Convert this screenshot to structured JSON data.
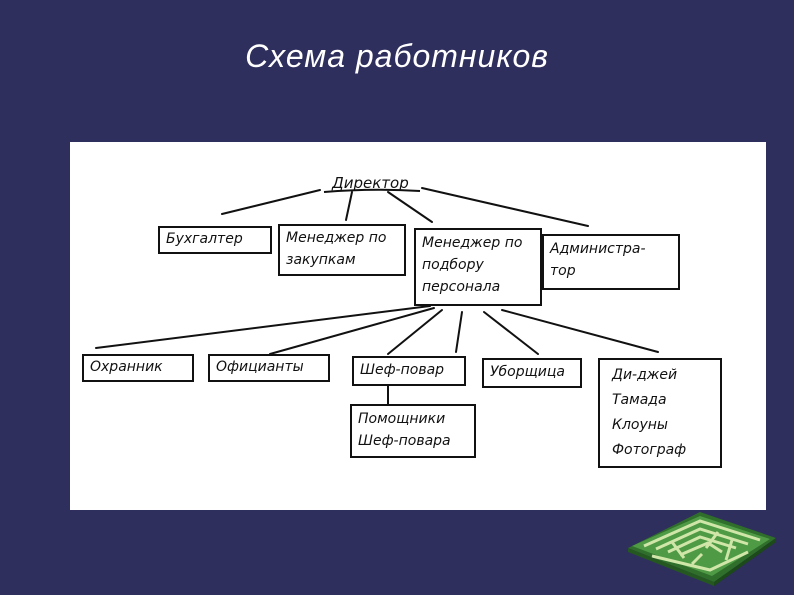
{
  "slide": {
    "title": "Схема работников"
  },
  "diagram": {
    "root": "Директор",
    "level1": [
      {
        "id": "accountant",
        "lines": [
          "Бухгалтер"
        ]
      },
      {
        "id": "purchase-manager",
        "lines": [
          "Менеджер по",
          "закупкам"
        ]
      },
      {
        "id": "hr-manager",
        "lines": [
          "Менеджер по",
          "подбору",
          "персонала"
        ]
      },
      {
        "id": "administrator",
        "lines": [
          "Администра-",
          "тор"
        ]
      }
    ],
    "level2": [
      {
        "id": "guard",
        "lines": [
          "Охранник"
        ]
      },
      {
        "id": "waiters",
        "lines": [
          "Официанты"
        ]
      },
      {
        "id": "chef",
        "lines": [
          "Шеф-повар"
        ]
      },
      {
        "id": "cleaner",
        "lines": [
          "Уборщица"
        ]
      },
      {
        "id": "entertainment",
        "lines": [
          "Ди-джей",
          "Тамада",
          "Клоуны",
          "Фотограф"
        ]
      }
    ],
    "level3": [
      {
        "id": "chef-assistants",
        "lines": [
          "Помощники",
          "Шеф-повара"
        ]
      }
    ]
  },
  "colors": {
    "background": "#2e2f5c",
    "panel": "#ffffff",
    "maze_green": "#3f8a3a",
    "maze_light": "#cfe6a8"
  },
  "decor": {
    "corner_graphic": "green-maze-icon"
  }
}
